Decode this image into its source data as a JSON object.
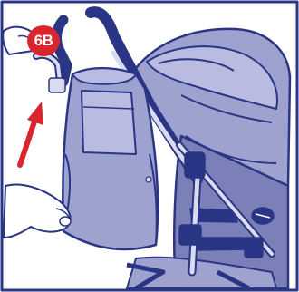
{
  "step": {
    "label": "6B"
  },
  "colors": {
    "frame": "#2a3585",
    "fabric": "#9ea2cf",
    "fabric_dark": "#7c80b8",
    "fabric_light": "#b9bce0",
    "handle": "#2a3585",
    "metal": "#d9dbee",
    "arrow": "#d9252e",
    "badge": "#d9252e",
    "skin": "#ffffff",
    "background": "#ffffff"
  },
  "icons": {
    "arrow": "up-right-arrow",
    "hands": "hands-outline"
  }
}
